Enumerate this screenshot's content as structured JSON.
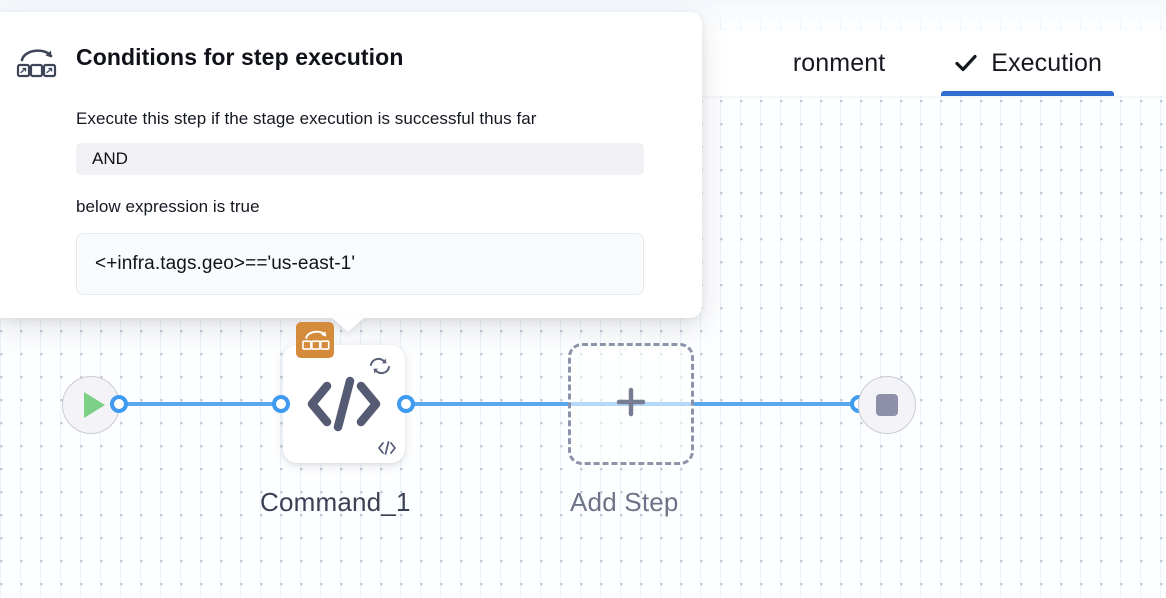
{
  "header": {
    "tabs": [
      {
        "id": "environment",
        "label": "ronment",
        "full_label": "Environment",
        "active": false,
        "icon": "",
        "partial": true
      },
      {
        "id": "execution",
        "label": "Execution",
        "active": true,
        "icon": "check-icon",
        "partial": false
      }
    ],
    "active_tab_color": "#2f6fd0"
  },
  "popover": {
    "icon": "command-step-icon",
    "title": "Conditions for step execution",
    "condition_line_1": "Execute this step if the stage execution is successful thus far",
    "operator_value": "AND",
    "condition_line_2": "below expression is true",
    "expression_value": "<+infra.tags.geo>=='us-east-1'"
  },
  "graph": {
    "start_node": {
      "name": "start-node",
      "icon": "play-icon",
      "icon_color": "#7dd186"
    },
    "end_node": {
      "name": "end-node",
      "icon": "stop-icon",
      "icon_color": "#8d90a8"
    },
    "step_node": {
      "label": "Command_1",
      "badge_icon": "command-step-icon",
      "badge_color": "#d48c3c",
      "main_icon": "code-icon",
      "corner_icon": "code-icon",
      "retry_icon": "retry-loop-icon"
    },
    "add_step": {
      "label": "Add Step",
      "icon": "plus-icon"
    },
    "edge_color": "#5aa9ef",
    "port_color": "#3f9bf0"
  }
}
